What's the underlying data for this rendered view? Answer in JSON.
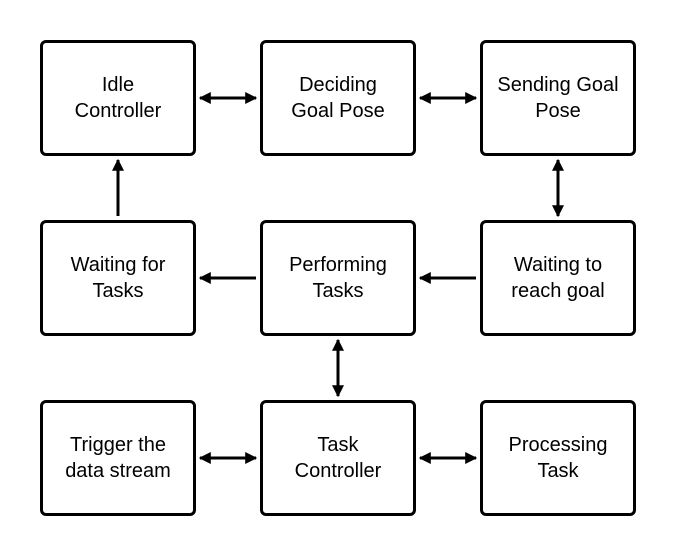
{
  "colors": {
    "stroke": "#000000",
    "background": "#ffffff",
    "text": "#000000"
  },
  "nodes": {
    "idle_controller": {
      "label": "Idle\nController"
    },
    "deciding_goal_pose": {
      "label": "Deciding\nGoal Pose"
    },
    "sending_goal_pose": {
      "label": "Sending Goal\nPose"
    },
    "waiting_for_tasks": {
      "label": "Waiting for\nTasks"
    },
    "performing_tasks": {
      "label": "Performing\nTasks"
    },
    "waiting_to_reach_goal": {
      "label": "Waiting to\nreach goal"
    },
    "trigger_data_stream": {
      "label": "Trigger the\ndata stream"
    },
    "task_controller": {
      "label": "Task\nController"
    },
    "processing_task": {
      "label": "Processing\nTask"
    }
  },
  "edges": [
    {
      "from": "idle_controller",
      "to": "deciding_goal_pose",
      "direction": "both"
    },
    {
      "from": "deciding_goal_pose",
      "to": "sending_goal_pose",
      "direction": "both"
    },
    {
      "from": "sending_goal_pose",
      "to": "waiting_to_reach_goal",
      "direction": "both"
    },
    {
      "from": "waiting_to_reach_goal",
      "to": "performing_tasks",
      "direction": "forward"
    },
    {
      "from": "performing_tasks",
      "to": "waiting_for_tasks",
      "direction": "forward"
    },
    {
      "from": "waiting_for_tasks",
      "to": "idle_controller",
      "direction": "forward"
    },
    {
      "from": "performing_tasks",
      "to": "task_controller",
      "direction": "both"
    },
    {
      "from": "trigger_data_stream",
      "to": "task_controller",
      "direction": "both"
    },
    {
      "from": "task_controller",
      "to": "processing_task",
      "direction": "both"
    }
  ]
}
